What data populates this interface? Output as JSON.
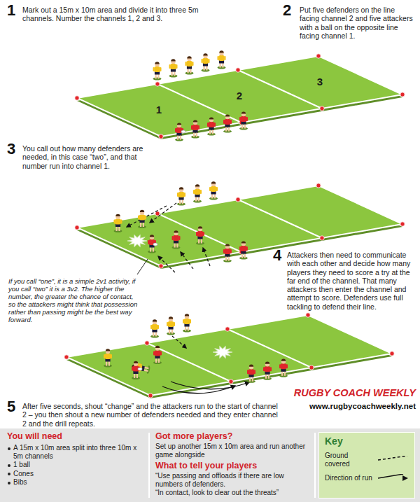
{
  "diagram": {
    "nodes": [
      {
        "text": [
          "You will need",
          "A 15m x 10m area split into three 10m x 5m channels",
          "1 ball",
          "Cones",
          "Bibs",
          "Got more players?",
          "Set up another 15m x 10m area and run another game alongside",
          "What to tell your players",
          "“Use passing and offloads if there are low numbers of defenders.",
          "“In contact, look to clear out the threats”"
        ]
      },
      {
        "text": [
          "Key"
        ],
        "in": 0
      }
    ],
    "labels": [
      "1",
      "Mark out a 15m x 10m area and divide it into three 5m channels. Number the channels 1, 2 and 3.",
      "2",
      "Put five defenders on the line facing channel 2 and five attackers with a ball on the opposite line facing channel 1.",
      "1",
      "2",
      "3",
      "3",
      "You call out how many defenders are needed, in this case “two”, and that number run into channel 1.",
      "If you call “one”, it is a simple 2v1 activity, if you call “two” it is a 3v2. The higher the number, the greater the chance of contact, so the attackers might think that possession rather than passing might be the best way forward.",
      "4",
      "Attackers then need to communicate with each other and decide how many players they need to score a try at the far end of the channel. That many attackers then enter the channel and attempt to score. Defenders use full tackling to defend their line.",
      "5",
      "After five seconds, shout “change” and the attackers run to the start of channel 2 – you then shout a new number of defenders needed and they enter channel 2 and the drill repeats.",
      "RUGBY COACH WEEKLY",
      "www.rugbycoachweekly.net"
    ],
    "legend": [
      {
        "text": "Ground covered"
      },
      {
        "text": "Direction of run"
      }
    ]
  }
}
